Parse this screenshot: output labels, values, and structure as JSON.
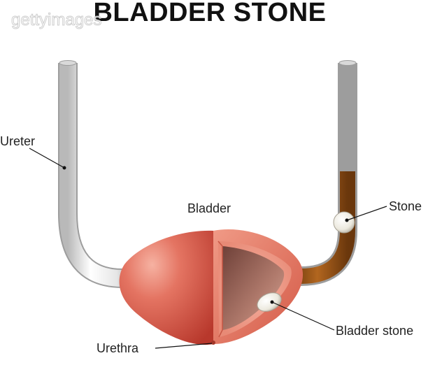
{
  "title": "BLADDER STONE",
  "watermark": "gettyimages",
  "labels": {
    "ureter": "Ureter",
    "bladder": "Bladder",
    "stone": "Stone",
    "bladder_stone": "Bladder stone",
    "urethra": "Urethra"
  },
  "colors": {
    "bladder": "#d8574a",
    "bladder_highlight": "#f3a394",
    "ureter_tube": "#ececec",
    "ureter_blocked": "#9c5418",
    "bladder_wall": "#e8826f",
    "bladder_interior": "#9b6659",
    "stone": "#f2f0e8"
  }
}
